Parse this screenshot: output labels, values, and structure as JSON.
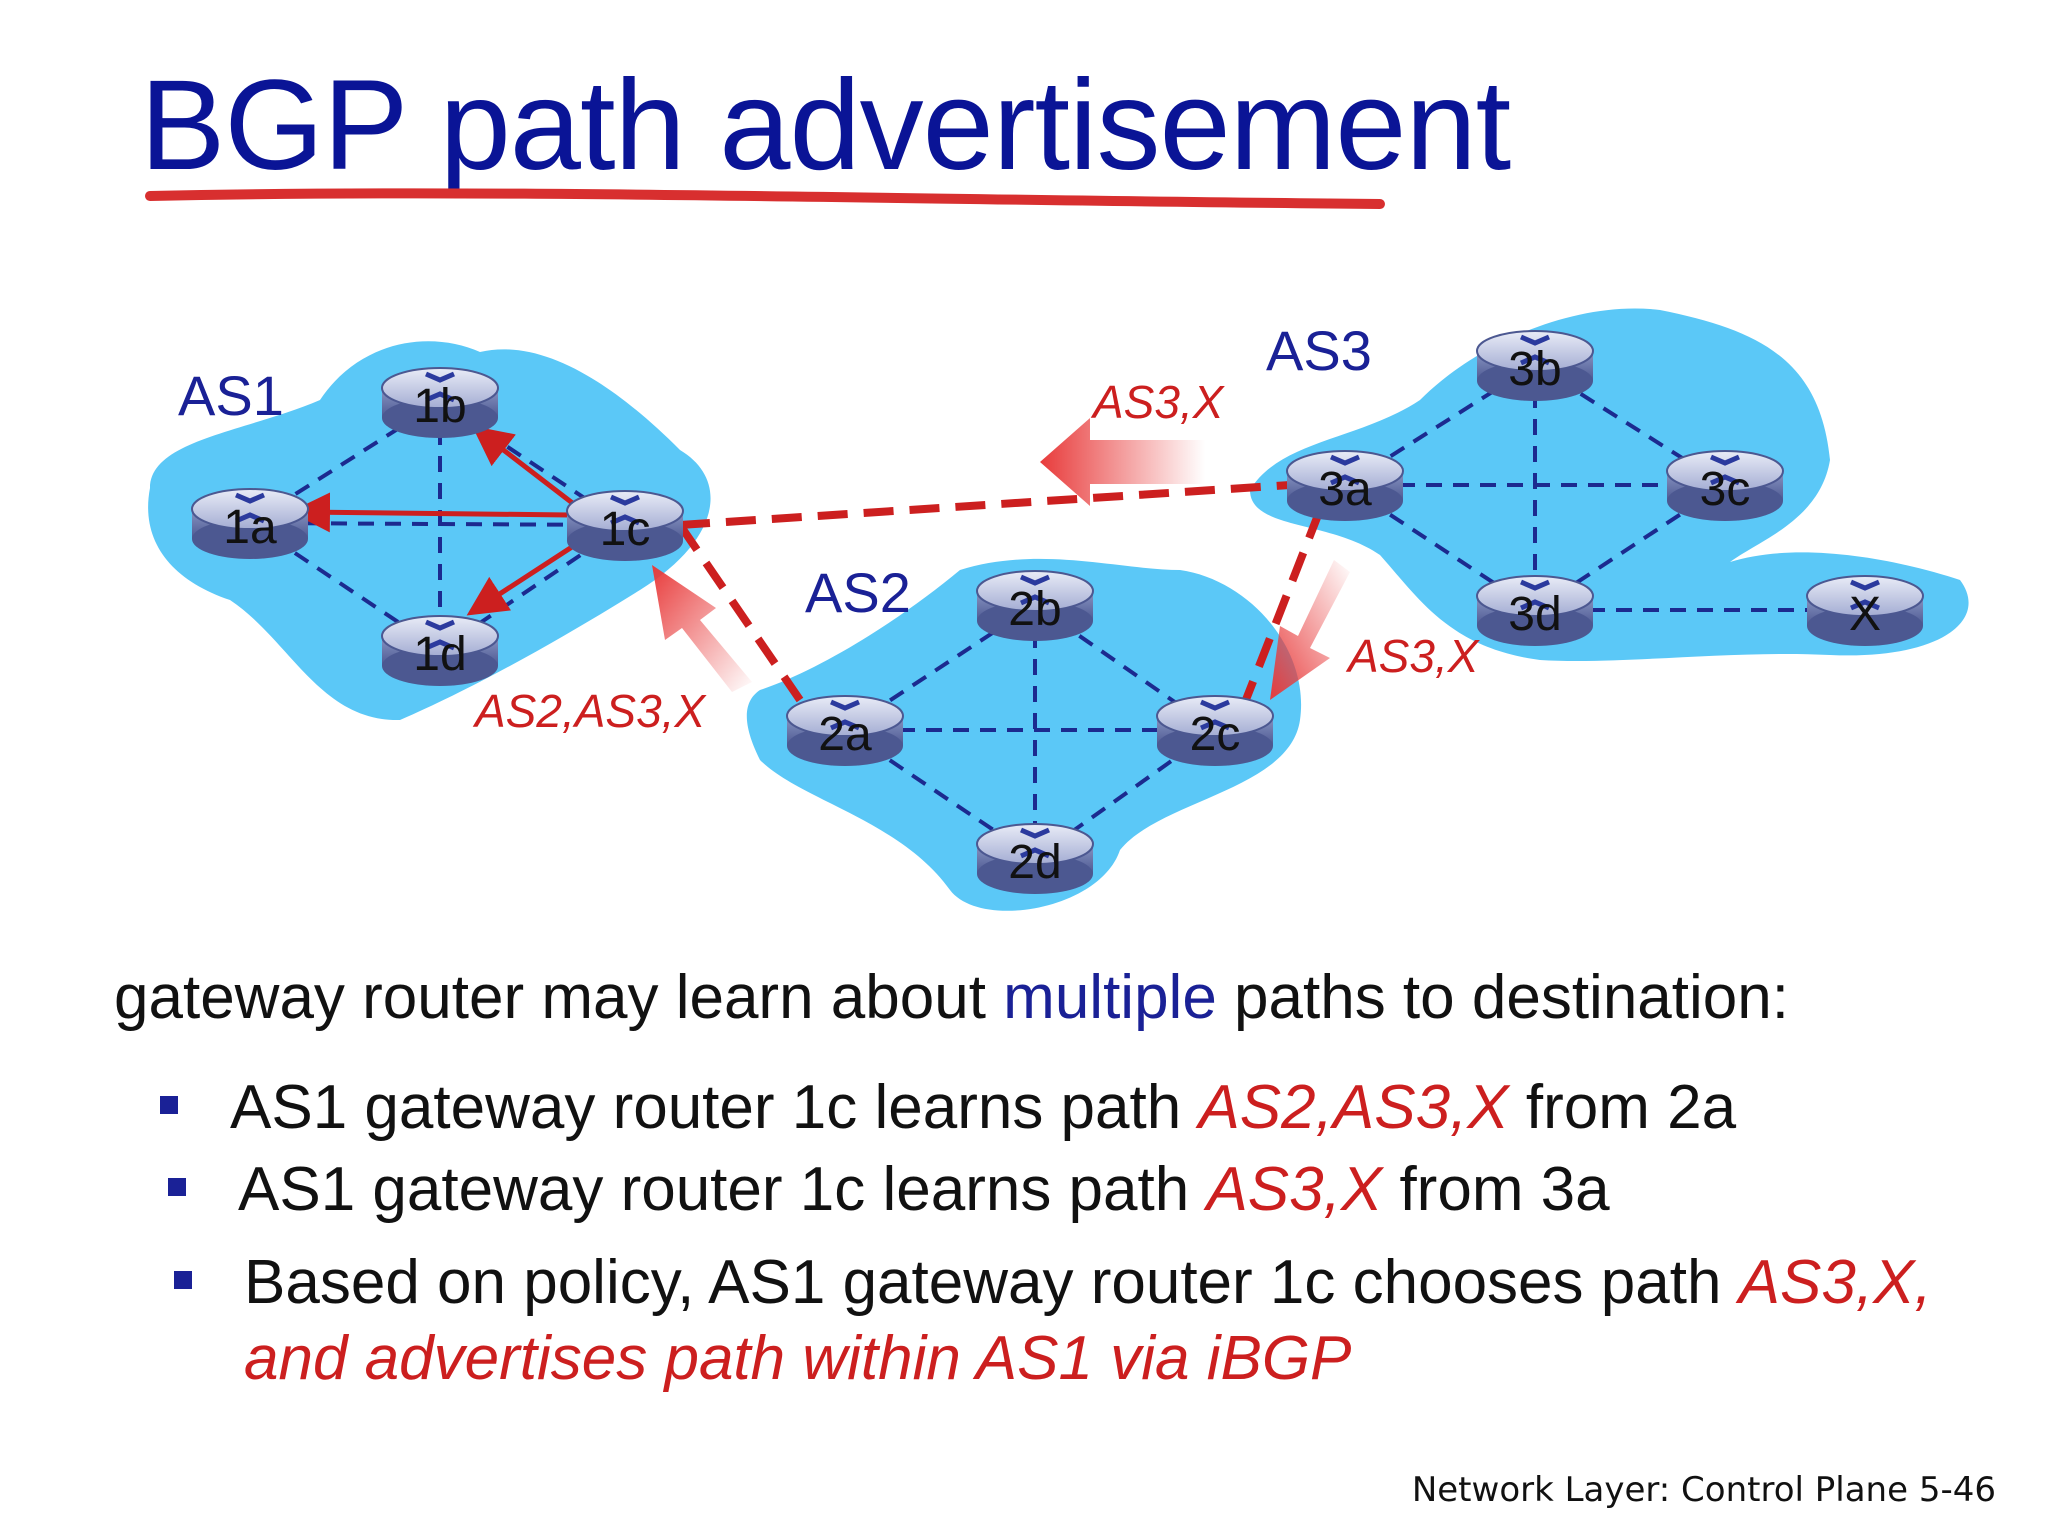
{
  "slide": {
    "title": "BGP path advertisement",
    "footer": "Network Layer: Control Plane  5-46"
  },
  "diagram": {
    "as_labels": {
      "as1": "AS1",
      "as2": "AS2",
      "as3": "AS3"
    },
    "routers": {
      "r1a": "1a",
      "r1b": "1b",
      "r1c": "1c",
      "r1d": "1d",
      "r2a": "2a",
      "r2b": "2b",
      "r2c": "2c",
      "r2d": "2d",
      "r3a": "3a",
      "r3b": "3b",
      "r3c": "3c",
      "r3d": "3d",
      "rx": "X"
    },
    "advertisements": {
      "top": "AS3,X",
      "right": "AS3,X",
      "left": "AS2,AS3,X"
    },
    "colors": {
      "cloud": "#5bc8f7",
      "link": "#1c2a8f",
      "inter_as_link": "#cc1f1f",
      "arrow": "#cc1f1f",
      "router_body": "#7f8bb9"
    }
  },
  "content": {
    "intro_prefix": "gateway router may learn about ",
    "intro_highlight": "multiple",
    "intro_suffix": " paths to destination:",
    "bullets": [
      {
        "prefix": "AS1 gateway router 1c learns path ",
        "path": "AS2,AS3,X",
        "suffix": " from 2a"
      },
      {
        "prefix": "AS1 gateway router 1c learns path ",
        "path": "AS3,X",
        "suffix": " from 3a"
      },
      {
        "prefix": "Based on policy, AS1 gateway router 1c chooses path ",
        "path": "AS3,X, and advertises path within AS1 via iBGP",
        "suffix": ""
      }
    ]
  }
}
